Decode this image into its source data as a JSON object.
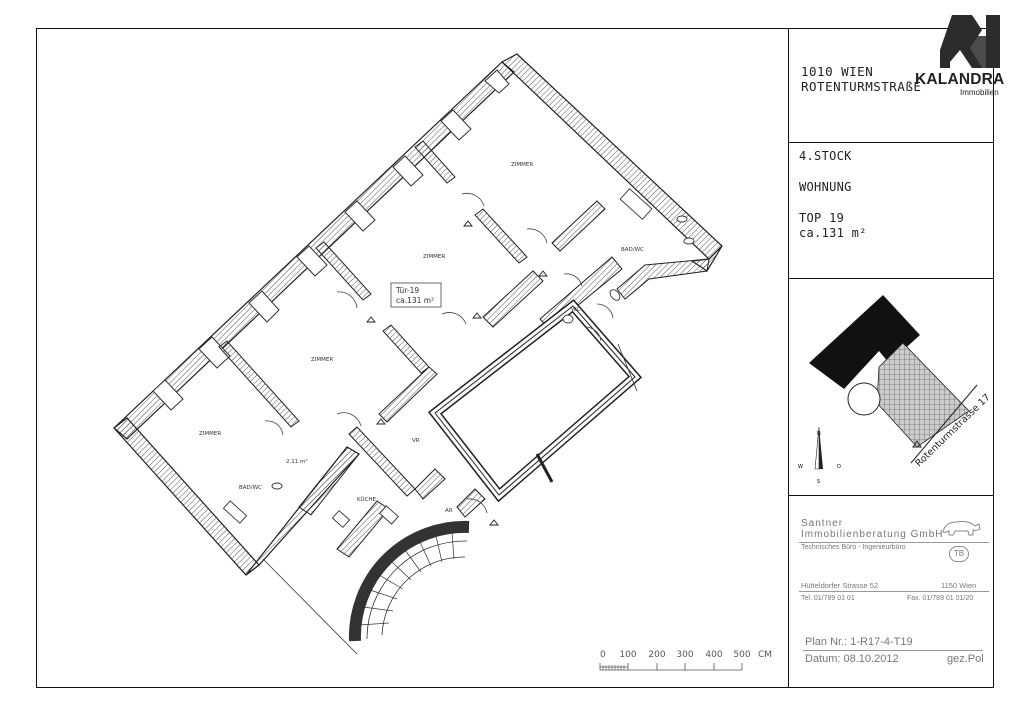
{
  "company_logo": {
    "name": "KALANDRA",
    "subtitle": "Immobilien"
  },
  "address": {
    "line1": "1010 WIEN",
    "line2": "ROTENTURMSTRAßE"
  },
  "unit": {
    "floor": "4.STOCK",
    "type": "WOHNUNG",
    "top": "TOP 19",
    "area": "ca.131 m²"
  },
  "key_plan": {
    "street_label": "Rotenturmstrasse 17",
    "compass": {
      "n": "N",
      "s": "S",
      "w": "W",
      "o": "O"
    }
  },
  "rooms": {
    "zimmer": "ZIMMER",
    "bad_wc": "BAD/WC",
    "wc": "WC",
    "kueche": "KÜCHE",
    "vr": "VR",
    "ar": "AR",
    "ar_area": "2.11 m²",
    "door_tag_line1": "Tür-19",
    "door_tag_line2": "ca.131 m²"
  },
  "scale_bar": {
    "ticks": [
      "0",
      "100",
      "200",
      "300",
      "400",
      "500"
    ],
    "unit": "CM"
  },
  "firm": {
    "name1": "Santner",
    "name2": "Immobilienberatung GmbH",
    "tagline": "Technisches Büro - Ingenieurbüro",
    "badge": "TB",
    "street": "Hütteldorfer Strasse 52",
    "city": "1150 Wien",
    "tel": "Tel. 01/789 01 01",
    "fax": "Fax. 01/789 01 01/20",
    "plan_nr": "Plan Nr.: 1-R17-4-T19",
    "datum": "Datum: 08.10.2012",
    "gez": "gez.Pol"
  }
}
